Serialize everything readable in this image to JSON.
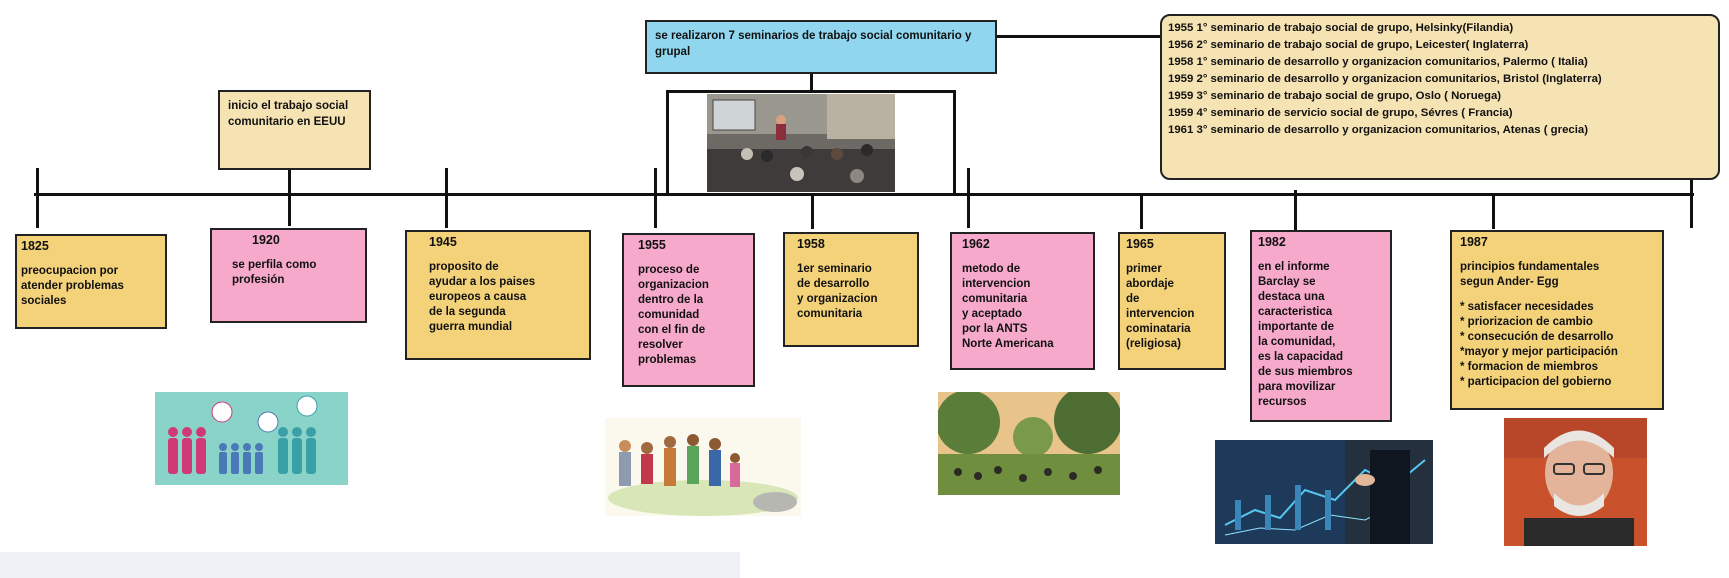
{
  "top_note": "se realizaron 7 seminarios de trabajo social comunitario y grupal",
  "note_1920": "inicio el trabajo social comunitario en EEUU",
  "seminars": [
    "1955 1° seminario de trabajo social de grupo, Helsinky(Filandia)",
    "1956 2° seminario de trabajo social de grupo, Leicester( Inglaterra)",
    "1958 1° seminario de desarrollo y organizacion comunitarios, Palermo   ( Italia)",
    "1959 2° seminario de desarrollo y organizacion comunitarios, Bristol (Inglaterra)",
    "1959 3° seminario de trabajo social de grupo, Oslo ( Noruega)",
    "1959 4° seminario de servicio social de grupo, Sévres ( Francia)",
    "1961 3° seminario de desarrollo y organizacion comunitarios, Atenas   ( grecia)"
  ],
  "events": [
    {
      "year": "1825",
      "text": "preocupacion por\natender problemas\nsociales",
      "color": "#f4d27a"
    },
    {
      "year": "1920",
      "text": "se perfila como\nprofesión",
      "color": "#f7a9cb"
    },
    {
      "year": "1945",
      "text": "proposito de\nayudar a los paises\neuropeos a causa\nde la segunda\nguerra mundial",
      "color": "#f4d27a"
    },
    {
      "year": "1955",
      "text": "proceso de\norganizacion\ndentro de la\ncomunidad\ncon el fin de\nresolver\nproblemas",
      "color": "#f7a9cb"
    },
    {
      "year": "1958",
      "text": "1er seminario\nde desarrollo\ny organizacion\ncomunitaria",
      "color": "#f4d27a"
    },
    {
      "year": "1962",
      "text": "metodo de\nintervencion\ncomunitaria\ny aceptado\npor la ANTS\nNorte Americana",
      "color": "#f7a9cb"
    },
    {
      "year": "1965",
      "text": "primer\nabordaje\nde\nintervencion\ncominataria\n(religiosa)",
      "color": "#f4d27a"
    },
    {
      "year": "1982",
      "text": "en el informe\nBarclay se\ndestaca una\ncaracteristica\nimportante de\nla comunidad,\nes la capacidad\nde sus miembros\npara movilizar\nrecursos",
      "color": "#f7a9cb"
    },
    {
      "year": "1987",
      "text": "principios fundamentales\nsegun Ander- Egg",
      "color": "#f4d27a",
      "bullets": [
        "* satisfacer necesidades",
        "* priorizacion de cambio",
        "* consecución de desarrollo",
        "*mayor y mejor participación",
        "* formacion de miembros",
        "* participacion del gobierno"
      ]
    }
  ]
}
